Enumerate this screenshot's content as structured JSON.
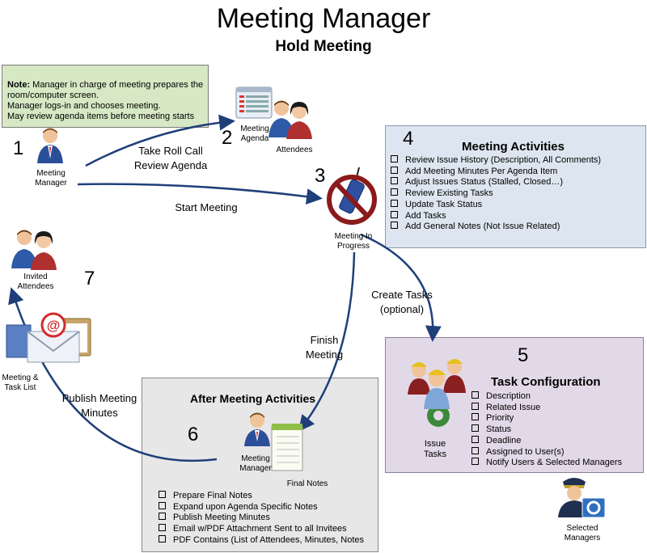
{
  "title": "Meeting Manager",
  "subtitle": "Hold Meeting",
  "note": {
    "heading": "Note:",
    "lines": [
      " Manager in charge of meeting prepares the",
      "room/computer screen.",
      "Manager logs-in and chooses meeting.",
      "May review agenda items before meeting starts"
    ]
  },
  "steps": {
    "s1": "1",
    "s2": "2",
    "s3": "3",
    "s4": "4",
    "s5": "5",
    "s6": "6",
    "s7": "7"
  },
  "labels": {
    "meeting_manager": [
      "Meeting",
      "Manager"
    ],
    "meeting_agenda": [
      "Meeting",
      "Agenda"
    ],
    "attendees": "Attendees",
    "meeting_in_progress": [
      "Meeting In",
      "Progress"
    ],
    "invited_attendees": [
      "Invited",
      "Attendees"
    ],
    "meeting_task_list": [
      "Meeting &",
      "Task List"
    ],
    "issue_tasks": [
      "Issue",
      "Tasks"
    ],
    "after_manager": [
      "Meeting",
      "Manager"
    ],
    "final_notes": "Final Notes",
    "selected_managers": [
      "Selected",
      "Managers"
    ]
  },
  "flows": {
    "roll_call": [
      "Take Roll Call",
      "Review Agenda"
    ],
    "start_meeting": "Start Meeting",
    "create_tasks": [
      "Create Tasks",
      "(optional)"
    ],
    "finish_meeting": [
      "Finish",
      "Meeting"
    ],
    "publish": [
      "Publish Meeting",
      "Minutes"
    ]
  },
  "activities": {
    "title": "Meeting Activities",
    "items": [
      "Review Issue History (Description, All Comments)",
      "Add Meeting Minutes Per Agenda Item",
      "Adjust Issues Status (Stalled, Closed…)",
      "Review Existing Tasks",
      "Update Task Status",
      "Add Tasks",
      "Add General Notes (Not Issue Related)"
    ]
  },
  "task_config": {
    "title": "Task Configuration",
    "items": [
      "Description",
      "Related Issue",
      "Priority",
      "Status",
      "Deadline",
      "Assigned to User(s)",
      "Notify Users & Selected Managers"
    ]
  },
  "after": {
    "title": "After Meeting Activities",
    "items": [
      "Prepare Final Notes",
      "Expand upon Agenda Specific Notes",
      "Publish Meeting Minutes",
      "Email w/PDF Attachment Sent to all Invitees",
      "PDF Contains (List of Attendees, Minutes, Notes"
    ]
  }
}
